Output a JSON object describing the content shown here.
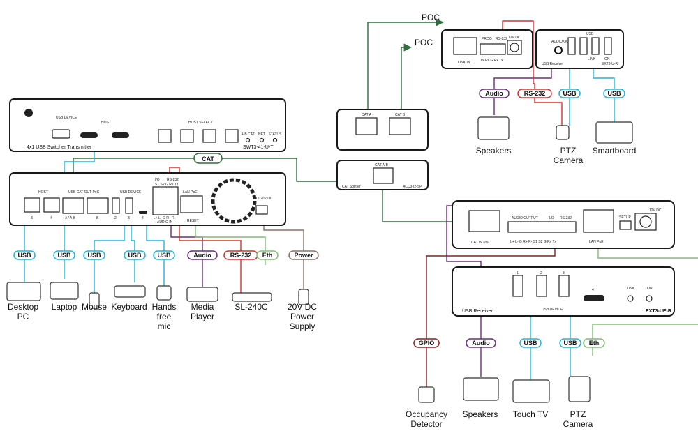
{
  "colors": {
    "usb": "#1fb3dc",
    "audio": "#6e2b7c",
    "rs232": "#d8302a",
    "eth": "#7fbf72",
    "power": "#8c716c",
    "cat": "#2f6f3c",
    "gpio": "#8e1c1c"
  },
  "transmitter": {
    "front_title": "4x1 USB Switcher Transmitter",
    "front_model": "SWT3-41-U-T",
    "usb_device_label": "USB DEVICE",
    "host_label": "HOST",
    "host_select_label": "HOST SELECT",
    "led_labels": [
      "A-B CAT",
      "NET",
      "STATUS"
    ],
    "rear_labels": {
      "host": "HOST",
      "usb_cat_out": "USB CAT OUT PoC",
      "usb_device": "USB DEVICE",
      "io": "I/O",
      "rs232": "RS-232",
      "io_pins": "S1 S2 G Rx Tx",
      "audio_in": "AUDIO IN",
      "audio_pins": "L+ L- G R+ R-",
      "lan": "LAN PoE",
      "reset": "RESET",
      "dc": "12/20V DC",
      "port_nums": [
        "3",
        "4",
        "A / A-B",
        "B",
        "2",
        "3",
        "4"
      ]
    }
  },
  "cat_box": {
    "ports": [
      "CAT A",
      "CAT B"
    ]
  },
  "splitter": {
    "port": "CAT A-B",
    "title": "CAT Splitter",
    "model": "ACC3-I2-SP"
  },
  "poc_labels": [
    "POC",
    "POC"
  ],
  "cat_label": "CAT",
  "rx_top": {
    "link_in": "LINK IN",
    "prog": "PROG",
    "rs232": "RS-232",
    "dc": "12V DC",
    "pins": "Tx Rx G Rx Tx"
  },
  "ext3ur": {
    "title": "USB Receiver",
    "model": "EXT3-U-R",
    "usb": "USB",
    "audio_out": "AUDIO OUT",
    "link": "LINK",
    "on": "ON"
  },
  "ext3_rear": {
    "cat_in": "CAT IN PoC",
    "audio_output": "AUDIO OUTPUT",
    "io": "I/O",
    "rs232": "RS-232",
    "pins": "L+ L- G R+ R-   S1 S2 G Rx Tx",
    "lan": "LAN PoE",
    "setup": "SETUP",
    "dc": "12V DC"
  },
  "ext3ue": {
    "title": "USB Receiver",
    "model": "EXT3-UE-R",
    "usb_device": "USB DEVICE",
    "link": "LINK",
    "on": "ON",
    "port_nums": [
      "1",
      "2",
      "3",
      "4"
    ]
  },
  "left_pills": [
    "USB",
    "USB",
    "USB",
    "USB",
    "USB",
    "Audio",
    "RS-232",
    "Eth",
    "Power"
  ],
  "left_devices": [
    [
      "Desktop",
      "PC"
    ],
    [
      "Laptop"
    ],
    [
      "Mouse"
    ],
    [
      "Keyboard"
    ],
    [
      "Hands",
      "free",
      "mic"
    ],
    [
      "Media",
      "Player"
    ],
    [
      "SL-240C"
    ],
    [
      "20V DC",
      "Power",
      "Supply"
    ]
  ],
  "top_pills": [
    "Audio",
    "RS-232",
    "USB",
    "USB"
  ],
  "top_devices": [
    [
      "Speakers"
    ],
    [
      "PTZ",
      "Camera"
    ],
    [
      "Smartboard"
    ]
  ],
  "bottom_pills": [
    "GPIO",
    "Audio",
    "USB",
    "USB",
    "Eth"
  ],
  "bottom_devices": [
    [
      "Occupancy",
      "Detector"
    ],
    [
      "Speakers"
    ],
    [
      "Touch TV"
    ],
    [
      "PTZ",
      "Camera"
    ]
  ]
}
